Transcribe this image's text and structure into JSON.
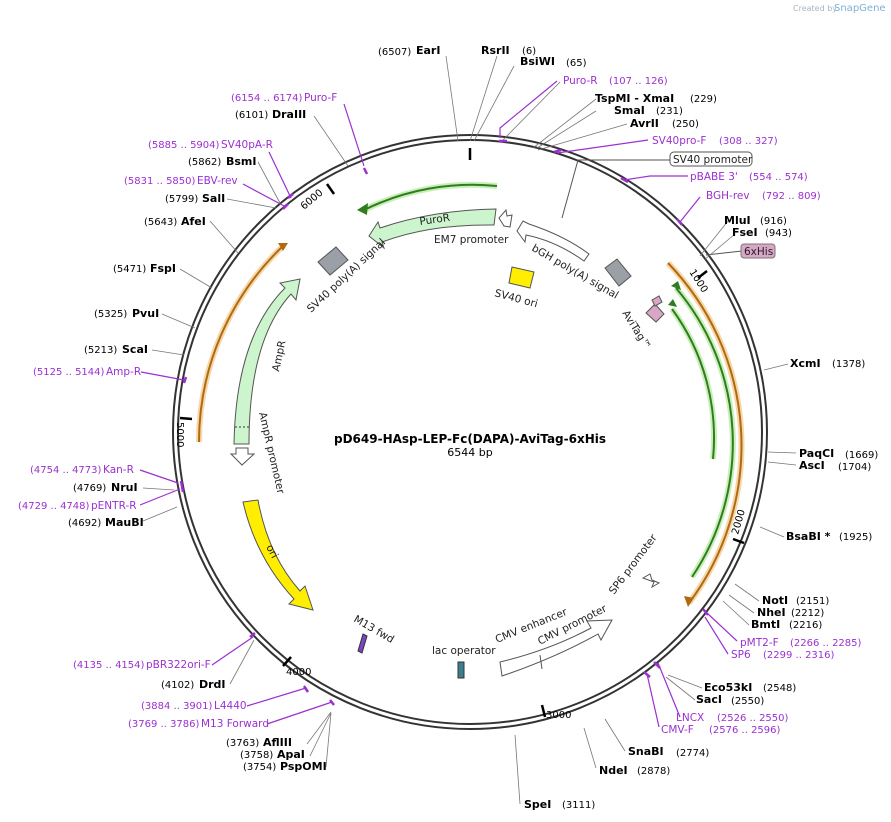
{
  "brand": {
    "created_by": "Created by",
    "name": "SnapGene"
  },
  "plasmid": {
    "name": "pD649-HAsp-LEP-Fc(DAPA)-AviTag-6xHis",
    "size": "6544 bp"
  },
  "ticks": [
    "1000",
    "2000",
    "3000",
    "4000",
    "5000",
    "6000"
  ],
  "sites_right": [
    {
      "name": "RsrII",
      "pos": "(6)"
    },
    {
      "name": "BsiWI",
      "pos": "(65)"
    },
    {
      "name": "TspMI - XmaI",
      "pos": "(229)"
    },
    {
      "name": "SmaI",
      "pos": "(231)"
    },
    {
      "name": "AvrII",
      "pos": "(250)"
    },
    {
      "name": "MluI",
      "pos": "(916)"
    },
    {
      "name": "FseI",
      "pos": "(943)"
    },
    {
      "name": "XcmI",
      "pos": "(1378)"
    },
    {
      "name": "PaqCI",
      "pos": "(1669)"
    },
    {
      "name": "AscI",
      "pos": "(1704)"
    },
    {
      "name": "BsaBI *",
      "pos": "(1925)"
    },
    {
      "name": "NotI",
      "pos": "(2151)"
    },
    {
      "name": "NheI",
      "pos": "(2212)"
    },
    {
      "name": "BmtI",
      "pos": "(2216)"
    },
    {
      "name": "Eco53kI",
      "pos": "(2548)"
    },
    {
      "name": "SacI",
      "pos": "(2550)"
    },
    {
      "name": "SnaBI",
      "pos": "(2774)"
    },
    {
      "name": "NdeI",
      "pos": "(2878)"
    },
    {
      "name": "SpeI",
      "pos": "(3111)"
    }
  ],
  "sites_left": [
    {
      "name": "EarI",
      "pos": "(6507)"
    },
    {
      "name": "DraIII",
      "pos": "(6101)"
    },
    {
      "name": "BsmI",
      "pos": "(5862)"
    },
    {
      "name": "SalI",
      "pos": "(5799)"
    },
    {
      "name": "AfeI",
      "pos": "(5643)"
    },
    {
      "name": "FspI",
      "pos": "(5471)"
    },
    {
      "name": "PvuI",
      "pos": "(5325)"
    },
    {
      "name": "ScaI",
      "pos": "(5213)"
    },
    {
      "name": "NruI",
      "pos": "(4769)"
    },
    {
      "name": "MauBI",
      "pos": "(4692)"
    },
    {
      "name": "DrdI",
      "pos": "(4102)"
    },
    {
      "name": "AflIII",
      "pos": "(3763)"
    },
    {
      "name": "ApaI",
      "pos": "(3758)"
    },
    {
      "name": "PspOMI",
      "pos": "(3754)"
    }
  ],
  "primers_right": [
    {
      "name": "Puro-R",
      "range": "(107 .. 126)"
    },
    {
      "name": "SV40pro-F",
      "range": "(308 .. 327)"
    },
    {
      "name": "pBABE 3'",
      "range": "(554 .. 574)"
    },
    {
      "name": "BGH-rev",
      "range": "(792 .. 809)"
    },
    {
      "name": "pMT2-F",
      "range": "(2266 .. 2285)"
    },
    {
      "name": "SP6",
      "range": "(2299 .. 2316)"
    },
    {
      "name": "LNCX",
      "range": "(2526 .. 2550)"
    },
    {
      "name": "CMV-F",
      "range": "(2576 .. 2596)"
    }
  ],
  "primers_left": [
    {
      "name": "Puro-F",
      "range": "(6154 .. 6174)"
    },
    {
      "name": "SV40pA-R",
      "range": "(5885 .. 5904)"
    },
    {
      "name": "EBV-rev",
      "range": "(5831 .. 5850)"
    },
    {
      "name": "Amp-R",
      "range": "(5125 .. 5144)"
    },
    {
      "name": "Kan-R",
      "range": "(4754 .. 4773)"
    },
    {
      "name": "pENTR-R",
      "range": "(4729 .. 4748)"
    },
    {
      "name": "pBR322ori-F",
      "range": "(4135 .. 4154)"
    },
    {
      "name": "L4440",
      "range": "(3884 .. 3901)"
    },
    {
      "name": "M13 Forward",
      "range": "(3769 .. 3786)"
    }
  ],
  "features": {
    "sv40_promoter": "SV40 promoter",
    "his_tag": "6xHis",
    "puroR": "PuroR",
    "em7": "EM7 promoter",
    "bgh": "bGH poly(A) signal",
    "sv40_polya": "SV40 poly(A) signal",
    "sv40_ori": "SV40 ori",
    "avitag": "AviTag™",
    "ampR": "AmpR",
    "ampR_promoter": "AmpR promoter",
    "ori": "ori",
    "m13_fwd": "M13 fwd",
    "lac_operator": "lac operator",
    "cmv_enhancer": "CMV enhancer",
    "cmv_promoter": "CMV promoter",
    "sp6_promoter": "SP6 promoter"
  },
  "colors": {
    "backbone": "#333333",
    "primer": "#9b30d0",
    "green_dark": "#2f7d1e",
    "orange": "#e8a040",
    "light_green": "#cdf5cd",
    "yellow": "#ffee00",
    "gray_box": "#9aa0a6",
    "pink": "#d9a6c6",
    "teal": "#3b7f8f"
  }
}
